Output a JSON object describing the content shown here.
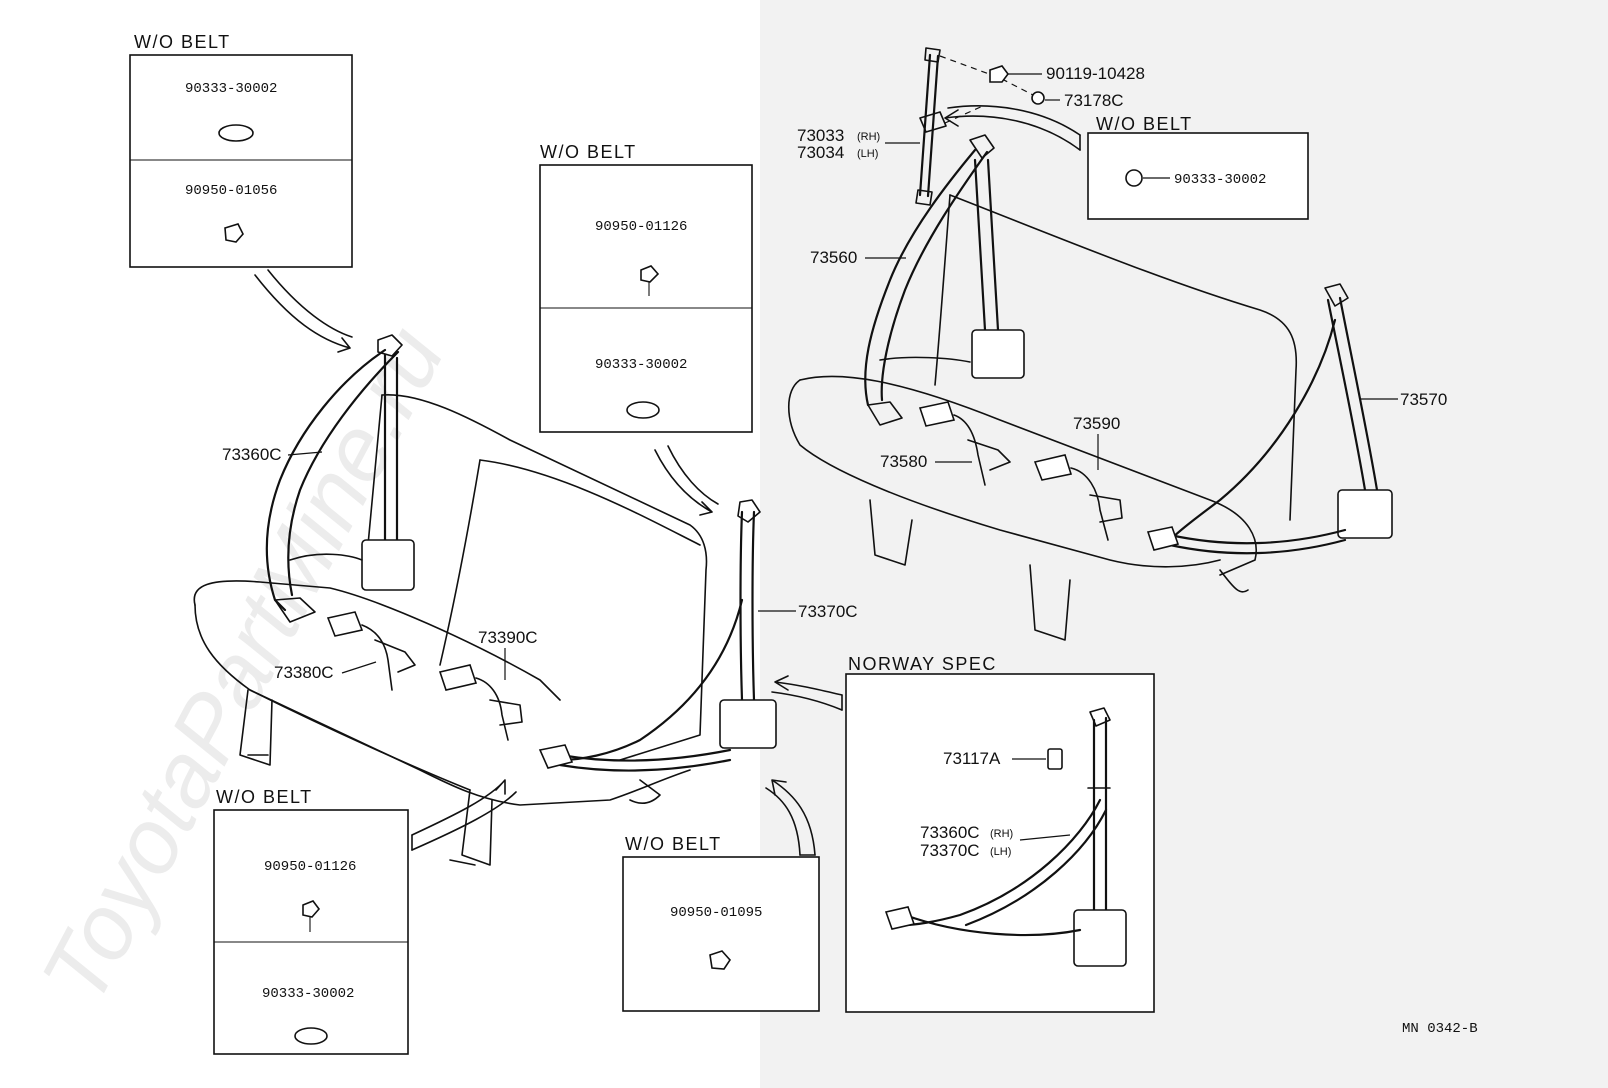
{
  "diagram_code": "MN  0342-B",
  "watermark": "ToyotaPartMine.ru",
  "colors": {
    "right_panel_bg": "#f2f2f2",
    "line": "#111111",
    "background": "#ffffff"
  },
  "boxes": {
    "wo_belt_top_left": {
      "header": "W/O BELT",
      "parts": [
        "90333-30002",
        "90950-01056"
      ]
    },
    "wo_belt_center": {
      "header": "W/O BELT",
      "parts": [
        "90950-01126",
        "90333-30002"
      ]
    },
    "wo_belt_bottom_left": {
      "header": "W/O BELT",
      "parts": [
        "90950-01126",
        "90333-30002"
      ]
    },
    "wo_belt_bottom_center": {
      "header": "W/O BELT",
      "parts": [
        "90950-01095"
      ]
    },
    "wo_belt_right": {
      "header": "W/O BELT",
      "parts": [
        "90333-30002"
      ]
    },
    "norway_spec": {
      "header": "NORWAY SPEC",
      "part_73117a": "73117A",
      "part_73360c": "73360C",
      "rh": "(RH)",
      "part_73370c": "73370C",
      "lh": "(LH)"
    }
  },
  "callouts": {
    "p73360c": "73360C",
    "p73380c": "73380C",
    "p73390c": "73390C",
    "p73370c": "73370C",
    "p73560": "73560",
    "p73580": "73580",
    "p73590": "73590",
    "p73570": "73570",
    "p90119": "90119-10428",
    "p73178c": "73178C",
    "p73033": "73033",
    "rh": "(RH)",
    "p73034": "73034",
    "lh": "(LH)"
  }
}
